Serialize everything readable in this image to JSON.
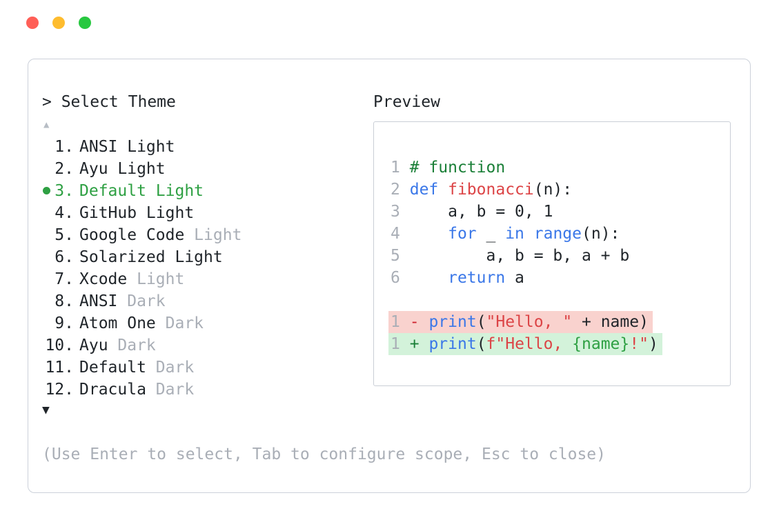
{
  "window": {
    "traffic_lights": [
      {
        "name": "close",
        "color": "#ff5f57"
      },
      {
        "name": "minimize",
        "color": "#febc2e"
      },
      {
        "name": "zoom",
        "color": "#28c840"
      }
    ]
  },
  "theme_picker": {
    "prompt": "> Select Theme",
    "scroll_up": "▲",
    "scroll_down": "▼",
    "items": [
      {
        "number": "1.",
        "name": "ANSI Light",
        "muted": "",
        "selected": false
      },
      {
        "number": "2.",
        "name": "Ayu Light",
        "muted": "",
        "selected": false
      },
      {
        "number": "3.",
        "name": "Default Light",
        "muted": "",
        "selected": true
      },
      {
        "number": "4.",
        "name": "GitHub Light",
        "muted": "",
        "selected": false
      },
      {
        "number": "5.",
        "name": "Google Code",
        "muted": "Light",
        "selected": false
      },
      {
        "number": "6.",
        "name": "Solarized Light",
        "muted": "",
        "selected": false
      },
      {
        "number": "7.",
        "name": "Xcode",
        "muted": "Light",
        "selected": false
      },
      {
        "number": "8.",
        "name": "ANSI",
        "muted": "Dark",
        "selected": false
      },
      {
        "number": "9.",
        "name": "Atom One",
        "muted": "Dark",
        "selected": false
      },
      {
        "number": "10.",
        "name": "Ayu",
        "muted": "Dark",
        "selected": false
      },
      {
        "number": "11.",
        "name": "Default",
        "muted": "Dark",
        "selected": false
      },
      {
        "number": "12.",
        "name": "Dracula",
        "muted": "Dark",
        "selected": false
      }
    ],
    "hint": "(Use Enter to select, Tab to configure scope, Esc to close)"
  },
  "preview": {
    "title": "Preview",
    "code_lines": [
      {
        "num": "1",
        "tokens": [
          {
            "text": "# function",
            "type": "comment"
          }
        ]
      },
      {
        "num": "2",
        "tokens": [
          {
            "text": "def ",
            "type": "keyword"
          },
          {
            "text": "fibonacci",
            "type": "function"
          },
          {
            "text": "(n):",
            "type": "plain"
          }
        ]
      },
      {
        "num": "3",
        "tokens": [
          {
            "text": "    a, b = 0, 1",
            "type": "plain"
          }
        ]
      },
      {
        "num": "4",
        "tokens": [
          {
            "text": "    ",
            "type": "plain"
          },
          {
            "text": "for",
            "type": "keyword"
          },
          {
            "text": " _ ",
            "type": "plain"
          },
          {
            "text": "in",
            "type": "keyword"
          },
          {
            "text": " ",
            "type": "plain"
          },
          {
            "text": "range",
            "type": "keyword"
          },
          {
            "text": "(n):",
            "type": "plain"
          }
        ]
      },
      {
        "num": "5",
        "tokens": [
          {
            "text": "        a, b = b, a + b",
            "type": "plain"
          }
        ]
      },
      {
        "num": "6",
        "tokens": [
          {
            "text": "    ",
            "type": "plain"
          },
          {
            "text": "return",
            "type": "keyword"
          },
          {
            "text": " a",
            "type": "plain"
          }
        ]
      },
      {
        "num": "",
        "tokens": []
      },
      {
        "num": "1",
        "sign": "-",
        "diff": "removed",
        "tokens": [
          {
            "text": "print",
            "type": "keyword"
          },
          {
            "text": "(",
            "type": "plain"
          },
          {
            "text": "\"Hello, \"",
            "type": "string"
          },
          {
            "text": " + name)",
            "type": "plain"
          }
        ]
      },
      {
        "num": "1",
        "sign": "+",
        "diff": "added",
        "tokens": [
          {
            "text": "print",
            "type": "keyword"
          },
          {
            "text": "(",
            "type": "plain"
          },
          {
            "text": "f\"Hello, ",
            "type": "string"
          },
          {
            "text": "{name}",
            "type": "interp"
          },
          {
            "text": "!\"",
            "type": "string"
          },
          {
            "text": ")",
            "type": "plain"
          }
        ]
      }
    ]
  },
  "colors": {
    "text": "#1f2429",
    "muted_gray": "#a9aeb6",
    "selected_green": "#2ea043",
    "comment": "#1a7f37",
    "keyword": "#3a77e8",
    "function": "#dc4446",
    "string": "#dc4446",
    "interp": "#2ea043",
    "diff_removed_bg": "#f9d2ce",
    "diff_added_bg": "#d3f2da",
    "sign_removed": "#cf222e",
    "sign_added": "#1a7f37",
    "panel_border": "#ccd1da",
    "box_border": "#c9ced6",
    "scroll_up_gray": "#b7bdc5"
  }
}
